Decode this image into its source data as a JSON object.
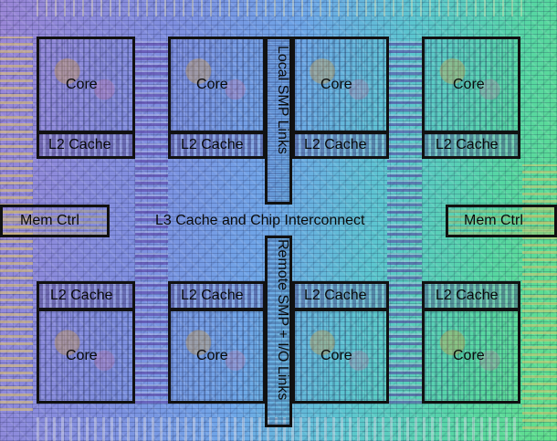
{
  "labels": {
    "core": "Core",
    "l2_cache": "L2 Cache",
    "mem_ctrl": "Mem Ctrl",
    "l3_interconnect": "L3 Cache and Chip Interconnect",
    "local_smp_links": "Local SMP Links",
    "remote_smp_io_links": "Remote SMP + I/O Links"
  }
}
